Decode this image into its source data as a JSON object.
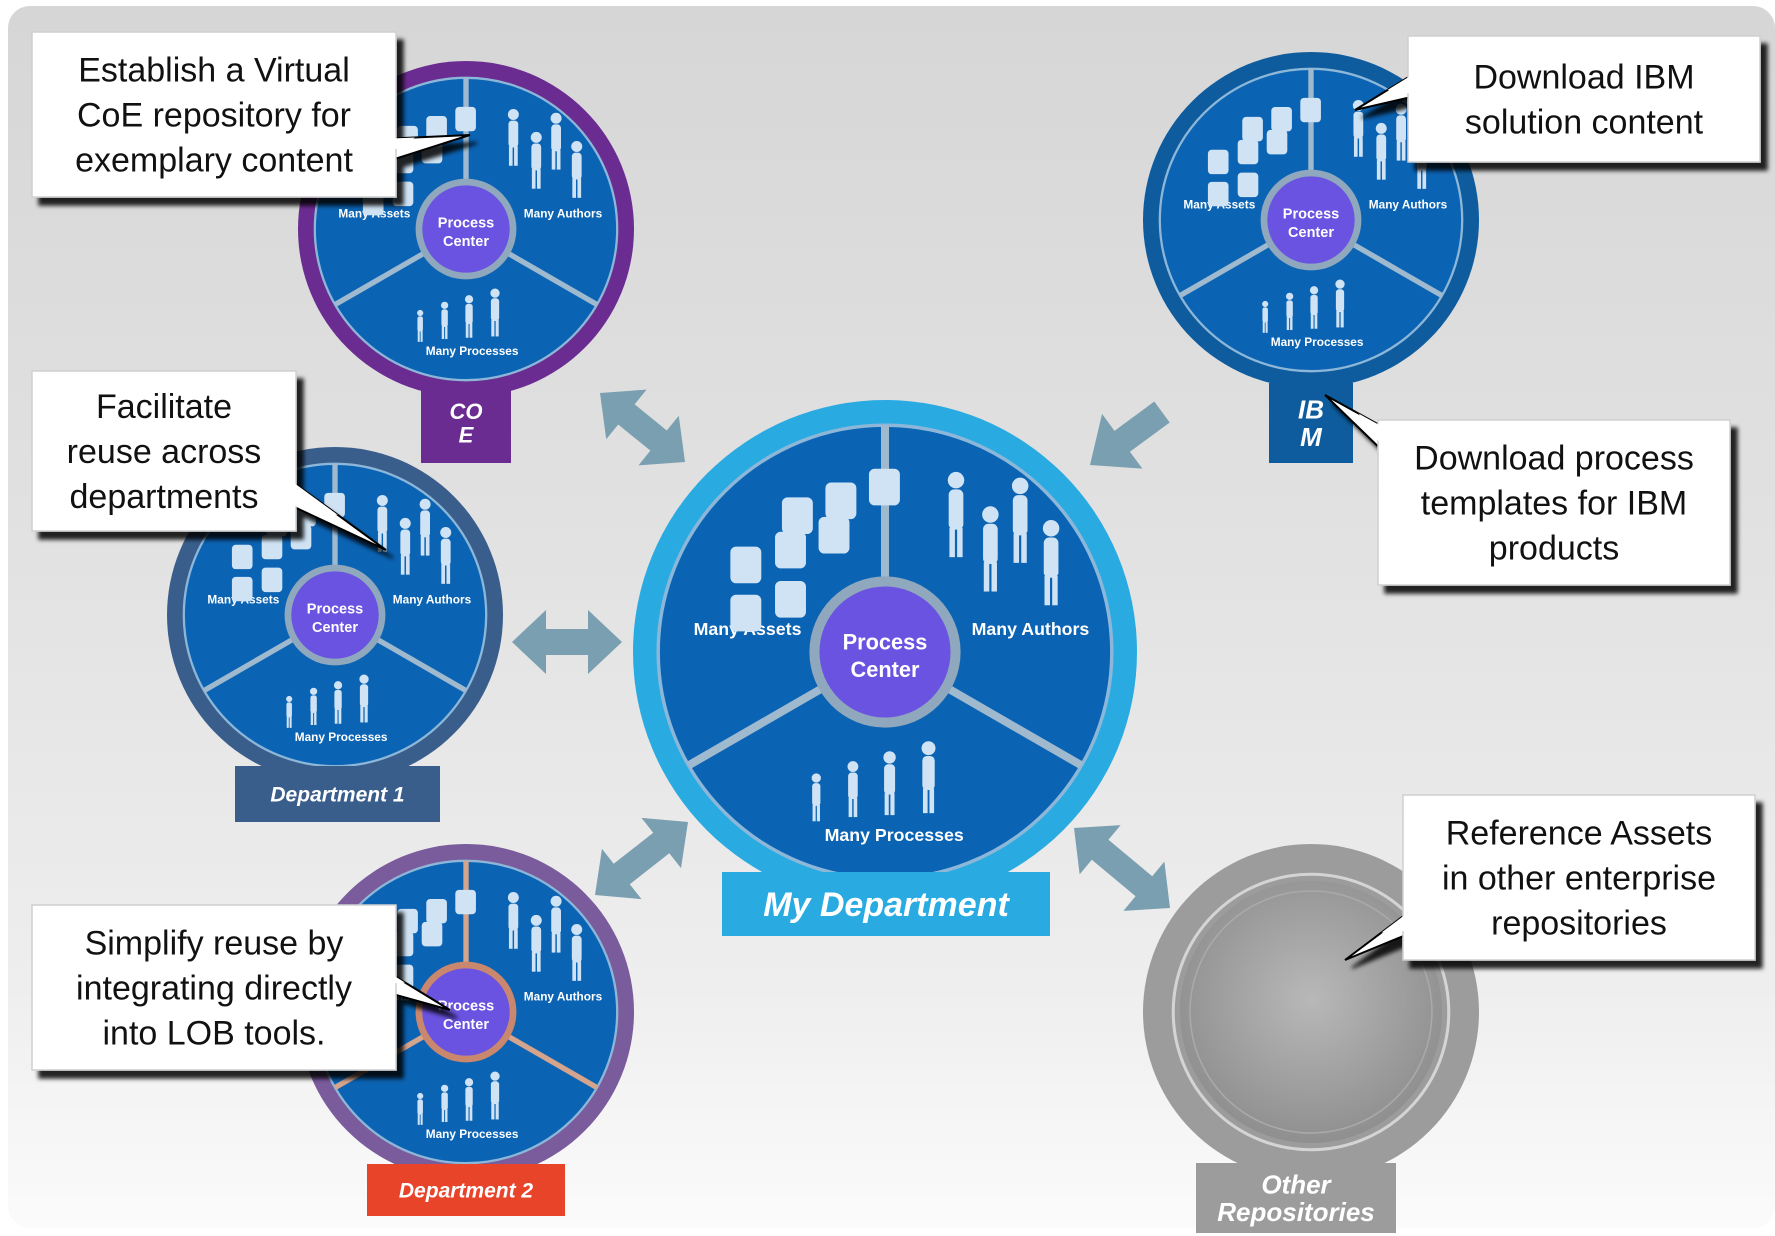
{
  "wheel_labels": {
    "assets": "Many Assets",
    "authors": "Many Authors",
    "processes": "Many Processes",
    "center_line1": "Process",
    "center_line2": "Center"
  },
  "repositories": {
    "center": {
      "label": "My Department",
      "color": "#29abe2"
    },
    "coe": {
      "label_line1": "CO",
      "label_line2": "E",
      "color": "#6b2c91"
    },
    "ibm": {
      "label_line1": "IB",
      "label_line2": "M",
      "color": "#0e5c9e"
    },
    "dept1": {
      "label": "Department 1",
      "color": "#3a5e8c"
    },
    "dept2": {
      "label": "Department 2",
      "color": "#7a5b9c",
      "label_color": "#e8442a"
    },
    "other": {
      "label_line1": "Other",
      "label_line2": "Repositories",
      "color": "#9c9c9c"
    }
  },
  "callouts": {
    "coe": [
      "Establish a Virtual",
      "CoE repository for",
      "exemplary content"
    ],
    "dept1": [
      "Facilitate",
      "reuse across",
      "departments"
    ],
    "dept2": [
      "Simplify reuse by",
      "integrating directly",
      "into LOB tools."
    ],
    "ibm_solution": [
      "Download IBM",
      "solution content"
    ],
    "ibm_templates": [
      "Download process",
      "templates for IBM",
      "products"
    ],
    "other": [
      "Reference Assets",
      "in other enterprise",
      "repositories"
    ]
  },
  "colors": {
    "wheel_blue": "#0b63b3",
    "hub_purple": "#6a53e0",
    "arrow": "#7a9fb0"
  }
}
